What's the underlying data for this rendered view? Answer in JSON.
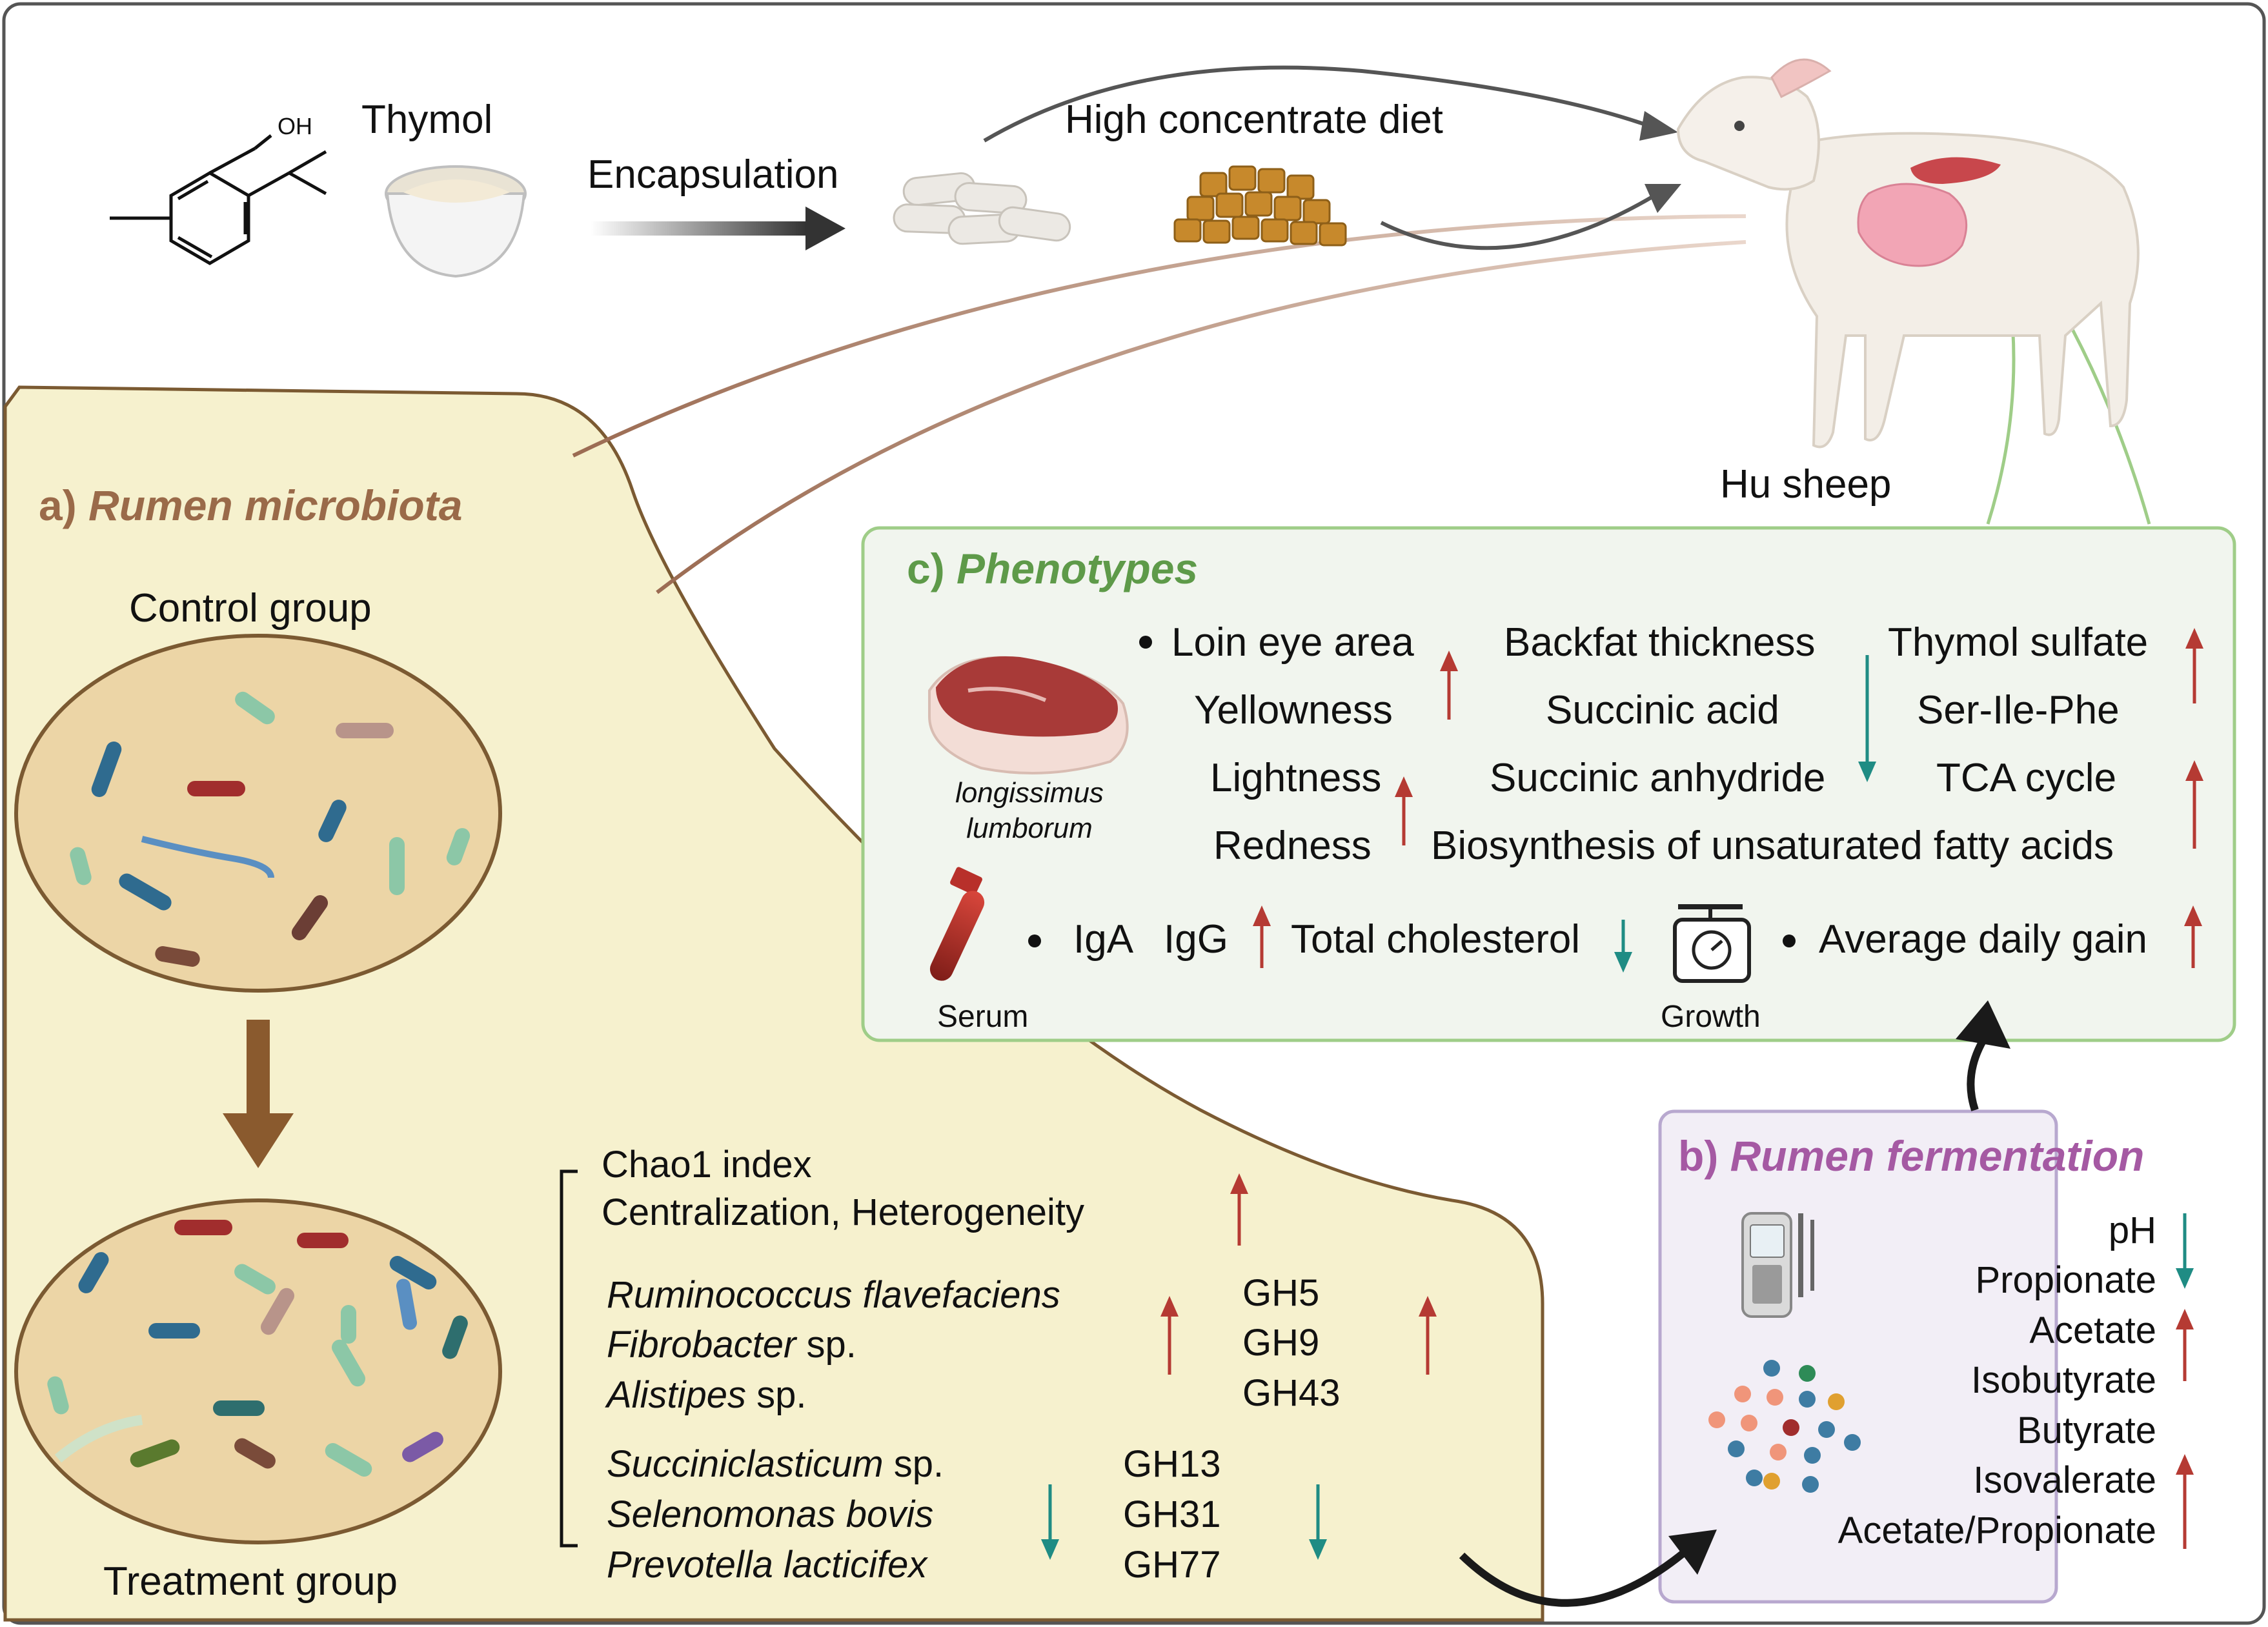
{
  "top": {
    "oh_label": "OH",
    "thymol": "Thymol",
    "encapsulation": "Encapsulation",
    "diet": "High concentrate diet",
    "sheep": "Hu sheep"
  },
  "panel_a": {
    "letter": "a)",
    "title": "Rumen microbiota",
    "control": "Control group",
    "treatment": "Treatment group",
    "diversity": [
      "Chao1 index",
      "Centralization, Heterogeneity"
    ],
    "up_taxa": [
      {
        "name": "Ruminococcus flavefaciens",
        "suffix": ""
      },
      {
        "name": "Fibrobacter",
        "suffix": " sp."
      },
      {
        "name": "Alistipes",
        "suffix": " sp."
      }
    ],
    "up_gh": [
      "GH5",
      "GH9",
      "GH43"
    ],
    "down_taxa": [
      {
        "name": "Succiniclasticum",
        "suffix": " sp."
      },
      {
        "name": "Selenomonas bovis",
        "suffix": ""
      },
      {
        "name": "Prevotella lacticifex",
        "suffix": ""
      }
    ],
    "down_gh": [
      "GH13",
      "GH31",
      "GH77"
    ]
  },
  "panel_b": {
    "letter": "b)",
    "title": "Rumen fermentation",
    "items": [
      "pH",
      "Propionate",
      "Acetate",
      "Isobutyrate",
      "Butyrate",
      "Isovalerate",
      "Acetate/Propionate"
    ]
  },
  "panel_c": {
    "letter": "c)",
    "title": "Phenotypes",
    "meat_label": [
      "longissimus",
      "lumborum"
    ],
    "col1": [
      "Loin eye area",
      "Yellowness",
      "Lightness",
      "Redness"
    ],
    "col2": [
      "Backfat thickness",
      "Succinic acid",
      "Succinic anhydride"
    ],
    "col3": [
      "Thymol sulfate",
      "Ser-Ile-Phe",
      "TCA cycle"
    ],
    "biosynthesis": "Biosynthesis of unsaturated fatty acids",
    "serum_label": "Serum",
    "serum_items": [
      "IgA",
      "IgG",
      "Total cholesterol"
    ],
    "growth_label": "Growth",
    "growth_item": "Average daily gain"
  },
  "colors": {
    "up_arrow": "#b53a33",
    "down_arrow": "#1f8c84",
    "panel_a_fill": "#f6f1ce",
    "panel_a_border": "#7b5a32",
    "panel_b_fill": "#f2eef6",
    "panel_b_border": "#b8a8cf",
    "panel_c_fill": "#f1f5ee",
    "panel_c_border": "#9fcd88"
  }
}
